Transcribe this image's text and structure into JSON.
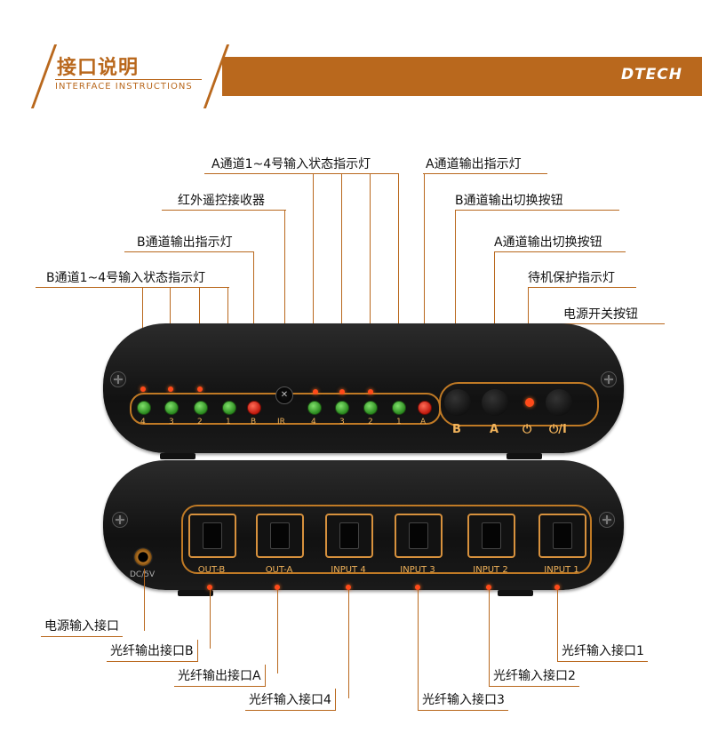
{
  "header": {
    "title": "接口说明",
    "subtitle": "INTERFACE INSTRUCTIONS",
    "brand": "DTECH"
  },
  "top_callouts": {
    "a_input_leds": "A通道1~4号输入状态指示灯",
    "a_output_led": "A通道输出指示灯",
    "ir_receiver": "红外遥控接收器",
    "b_switch_button": "B通道输出切换按钮",
    "b_output_led": "B通道输出指示灯",
    "a_switch_button": "A通道输出切换按钮",
    "b_input_leds": "B通道1~4号输入状态指示灯",
    "standby_led": "待机保护指示灯",
    "power_button": "电源开关按钮"
  },
  "front_panel": {
    "led_labels": [
      "4",
      "3",
      "2",
      "1",
      "B",
      "IR",
      "4",
      "3",
      "2",
      "1",
      "A"
    ],
    "buttons": [
      "B",
      "A",
      "⏻",
      "⏻/I"
    ]
  },
  "rear_panel": {
    "dc_label": "DC/5V",
    "ports": [
      "OUT-B",
      "OUT-A",
      "INPUT 4",
      "INPUT 3",
      "INPUT 2",
      "INPUT 1"
    ]
  },
  "bottom_callouts": {
    "power_input": "电源输入接口",
    "out_b": "光纤输出接口B",
    "input1": "光纤输入接口1",
    "out_a": "光纤输出接口A",
    "input2": "光纤输入接口2",
    "input4": "光纤输入接口4",
    "input3": "光纤输入接口3"
  },
  "colors": {
    "accent": "#b9681d",
    "panel": "#151515",
    "led_green": "#3fb52b",
    "led_red": "#e0241a"
  }
}
